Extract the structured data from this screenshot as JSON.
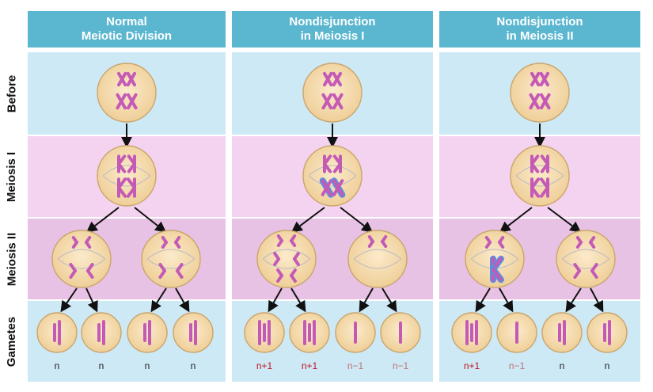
{
  "columns": [
    {
      "line1": "Normal",
      "line2": "Meiotic Division"
    },
    {
      "line1": "Nondisjunction",
      "line2": "in Meiosis I"
    },
    {
      "line1": "Nondisjunction",
      "line2": "in Meiosis II"
    }
  ],
  "rows": [
    "Before",
    "Meiosis I",
    "Meiosis II",
    "Gametes"
  ],
  "gamete_labels": [
    "n",
    "n",
    "n",
    "n",
    "n+1",
    "n+1",
    "n−1",
    "n−1",
    "n+1",
    "n−1",
    "n",
    "n"
  ],
  "colors": {
    "header": "#5bb6cf",
    "blue_row": "#cde9f6",
    "pink_row": "#f3d3ef",
    "mauve_row": "#e7c2e5",
    "chromosome": "#c45ab6",
    "highlight": "#5a8fe0",
    "label_red": "#c01020",
    "label_pink": "#c07070",
    "label_black": "#222222"
  }
}
